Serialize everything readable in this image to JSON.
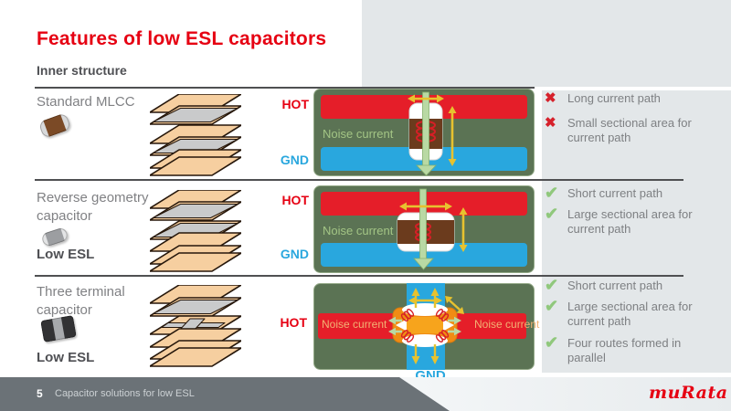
{
  "title": "Features of low ESL capacitors",
  "subtitle": "Inner structure",
  "glyphs": {
    "check": "✔",
    "cross": "✖"
  },
  "labels": {
    "hot": "HOT",
    "gnd": "GND",
    "noise_current": "Noise current",
    "low_esl": "Low ESL"
  },
  "rows": [
    {
      "name_line1": "Standard MLCC",
      "name_line2": "",
      "points": [
        {
          "ok": false,
          "text": "Long current path"
        },
        {
          "ok": false,
          "text": "Small sectional area for current path"
        }
      ]
    },
    {
      "name_line1": "Reverse geometry",
      "name_line2": "capacitor",
      "low_esl": "Low ESL",
      "points": [
        {
          "ok": true,
          "text": "Short current path"
        },
        {
          "ok": true,
          "text": "Large sectional area for current path"
        }
      ]
    },
    {
      "name_line1": "Three terminal",
      "name_line2": "capacitor",
      "low_esl": "Low ESL",
      "points": [
        {
          "ok": true,
          "text": "Short current path"
        },
        {
          "ok": true,
          "text": "Large sectional area for current path"
        },
        {
          "ok": true,
          "text": "Four routes formed in parallel"
        }
      ]
    }
  ],
  "footer": {
    "page_number": "5",
    "text": "Capacitor solutions for low ESL",
    "logo": "muRata"
  },
  "colors": {
    "murata_red": "#e60012",
    "hot_bar_red": "#e51e29",
    "gnd_blue": "#29a7de",
    "diagram_olive": "#5b7354",
    "noise_text_green": "#a3c585",
    "noise_text_orange": "#f2b273",
    "arrow_yellow": "#e7c22f",
    "arrow_green": "#b9d9a4",
    "check_green": "#90c87c",
    "cross_red": "#d6212b",
    "capacitor_brown": "#6b3b1d",
    "three_terminal_orange": "#f08c14"
  }
}
